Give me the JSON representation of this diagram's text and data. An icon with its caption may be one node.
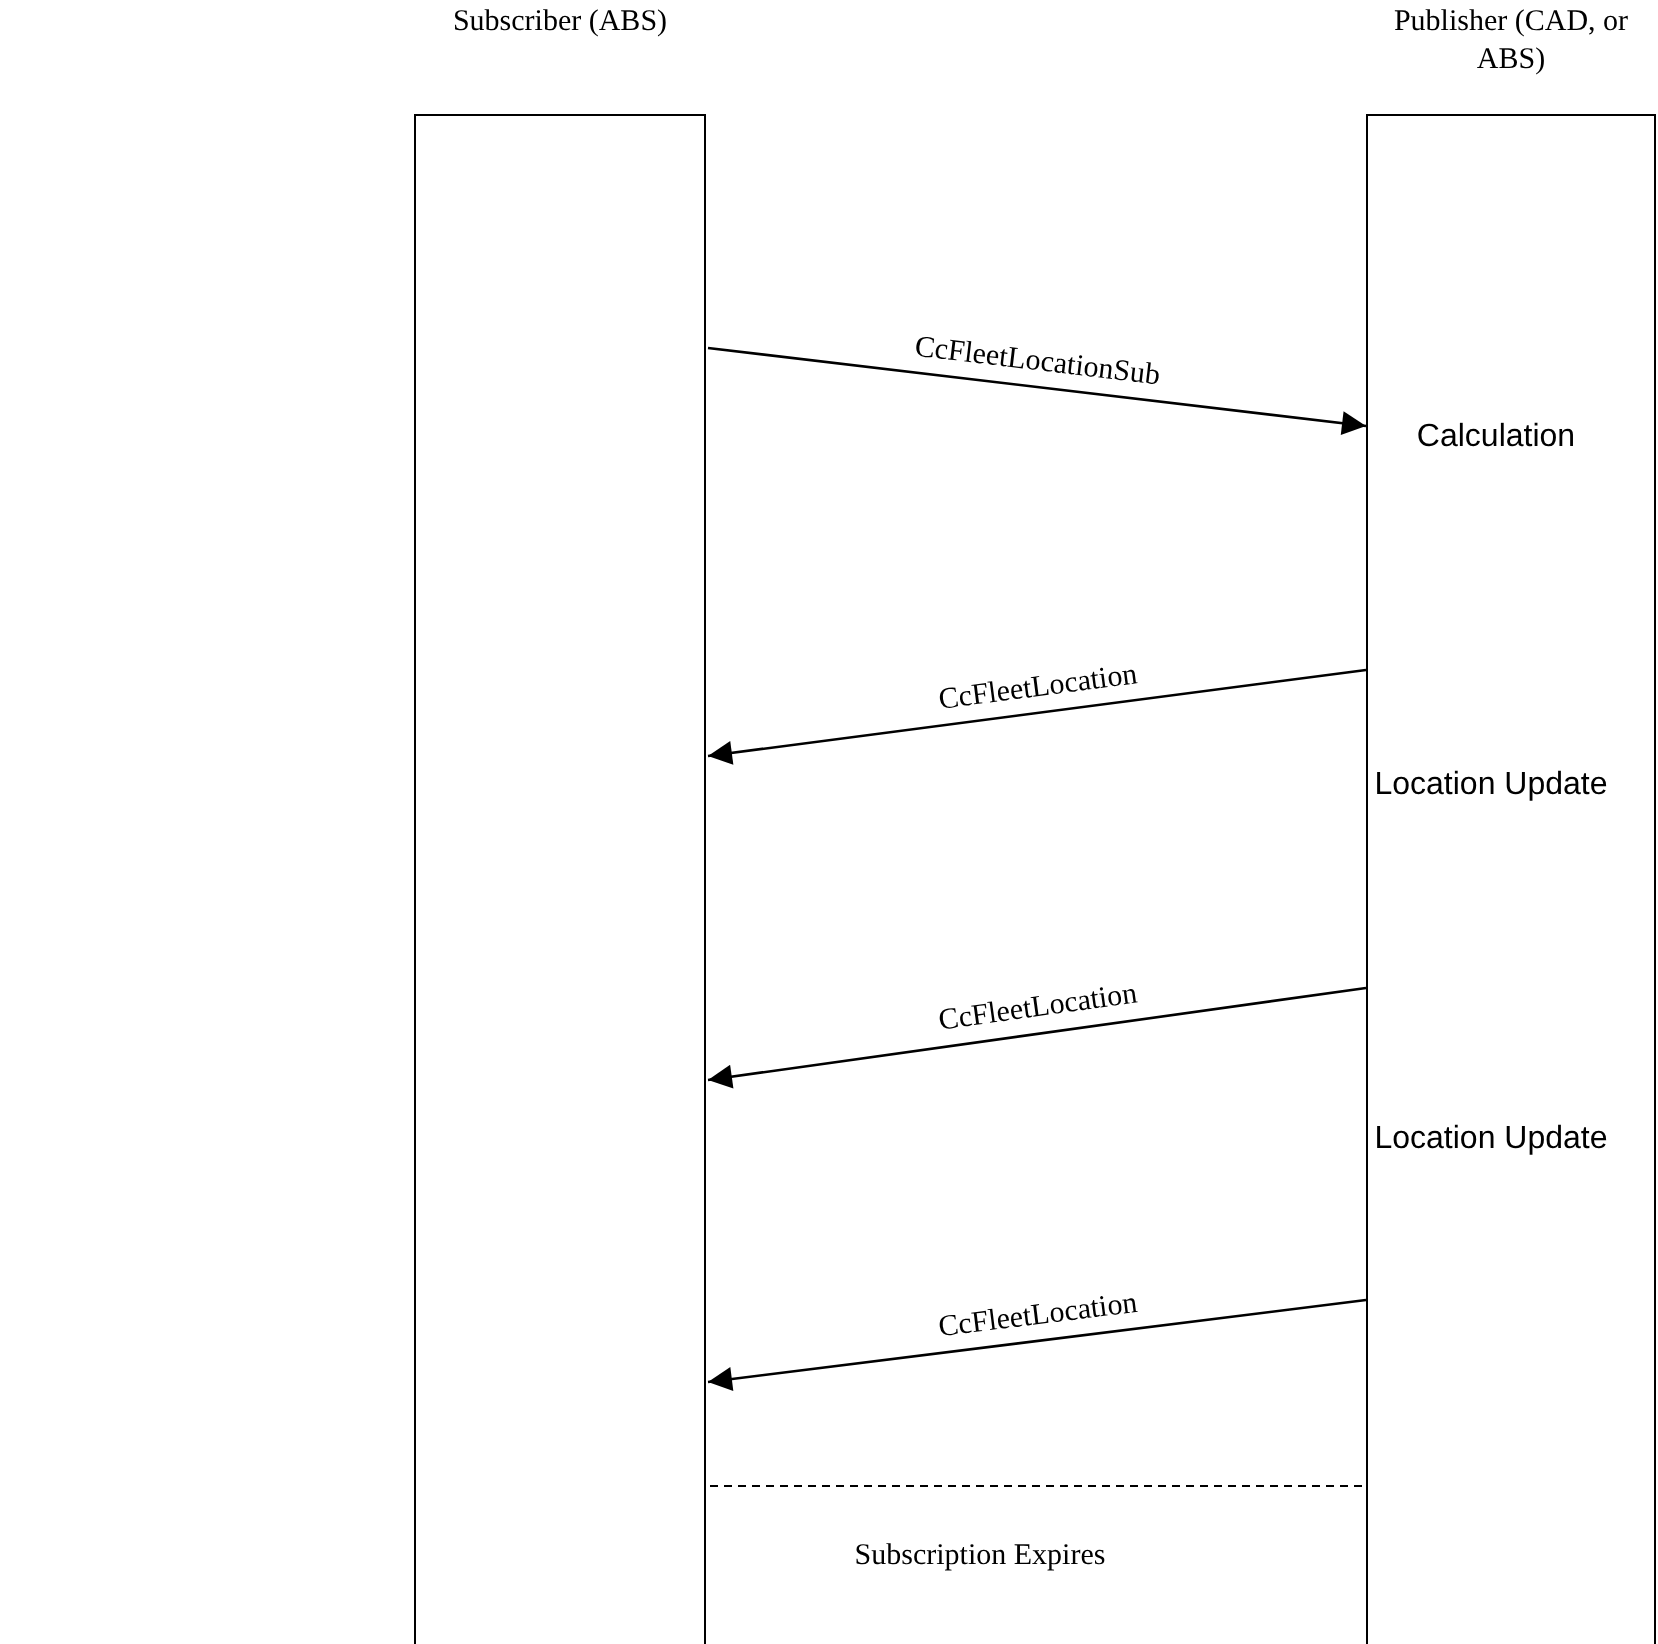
{
  "diagram": {
    "nodes": [
      {
        "text": [
          "Subscriber (ABS)"
        ]
      },
      {
        "text": [
          "Publisher (CAD, or ABS)"
        ]
      }
    ],
    "edges": [
      {
        "from": 0,
        "to": 1,
        "arrow": "to",
        "label": "CcFleetLocationSub"
      },
      {
        "from": 1,
        "to": 0,
        "arrow": "to",
        "label": "CcFleetLocation"
      },
      {
        "from": 1,
        "to": 0,
        "arrow": "to",
        "label": "CcFleetLocation"
      },
      {
        "from": 1,
        "to": 0,
        "arrow": "to",
        "label": "CcFleetLocation"
      }
    ],
    "labels": [
      "Calculation",
      "Location Update",
      "Location Update",
      "Subscription Expires"
    ]
  }
}
